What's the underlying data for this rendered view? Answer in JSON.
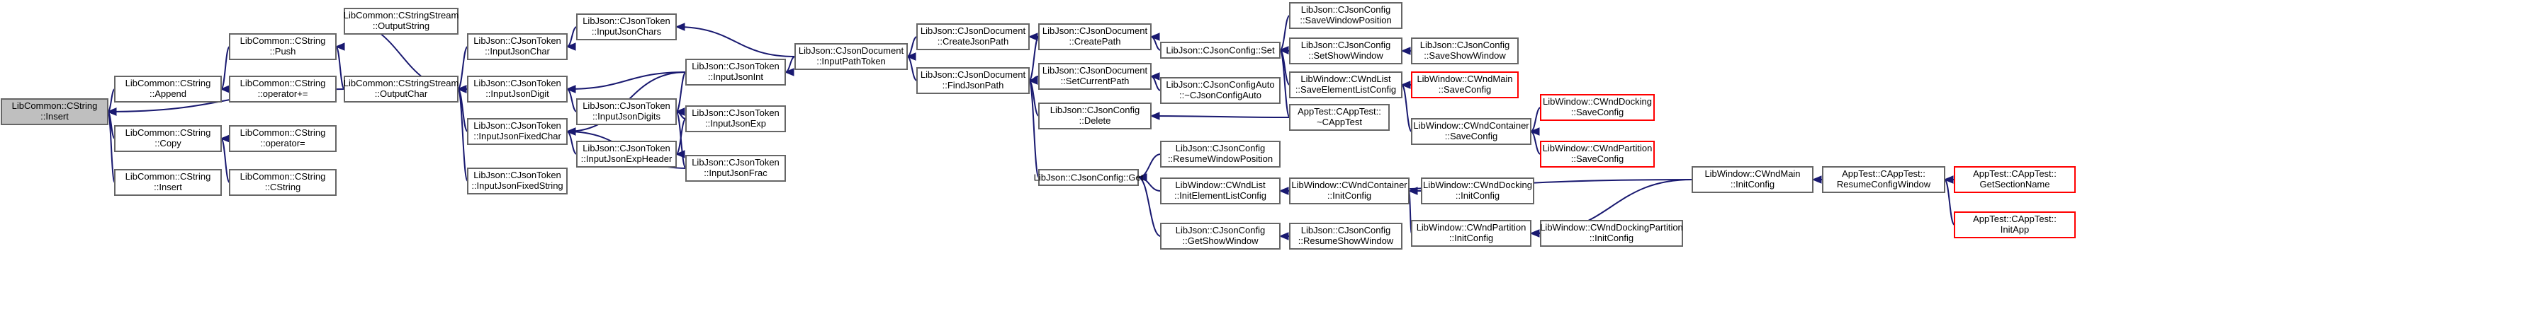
{
  "colors": {
    "edge": "#191970",
    "node_border": "#666666",
    "root_fill": "#bfbfbf",
    "truncated_border": "#ff0000"
  },
  "nodes": [
    {
      "id": "insert",
      "lines": [
        "LibCommon::CString",
        "::Insert"
      ],
      "style": "root"
    },
    {
      "id": "append",
      "lines": [
        "LibCommon::CString",
        "::Append"
      ],
      "style": "normal"
    },
    {
      "id": "copy",
      "lines": [
        "LibCommon::CString",
        "::Copy"
      ],
      "style": "normal"
    },
    {
      "id": "insert2",
      "lines": [
        "LibCommon::CString",
        "::Insert"
      ],
      "style": "normal"
    },
    {
      "id": "push",
      "lines": [
        "LibCommon::CString",
        "::Push"
      ],
      "style": "normal"
    },
    {
      "id": "opeq",
      "lines": [
        "LibCommon::CString",
        "::operator+="
      ],
      "style": "normal"
    },
    {
      "id": "opeq2",
      "lines": [
        "LibCommon::CString",
        "::operator="
      ],
      "style": "normal"
    },
    {
      "id": "cstring",
      "lines": [
        "LibCommon::CString",
        "::CString"
      ],
      "style": "normal"
    },
    {
      "id": "outputString",
      "lines": [
        "LibCommon::CStringStream",
        "::OutputString"
      ],
      "style": "normal"
    },
    {
      "id": "outputChar",
      "lines": [
        "LibCommon::CStringStream",
        "::OutputChar"
      ],
      "style": "normal"
    },
    {
      "id": "inJsonChar",
      "lines": [
        "LibJson::CJsonToken",
        "::InputJsonChar"
      ],
      "style": "normal"
    },
    {
      "id": "inJsonDigit",
      "lines": [
        "LibJson::CJsonToken",
        "::InputJsonDigit"
      ],
      "style": "normal"
    },
    {
      "id": "inJsonFixedChar",
      "lines": [
        "LibJson::CJsonToken",
        "::InputJsonFixedChar"
      ],
      "style": "normal"
    },
    {
      "id": "inJsonFixedString",
      "lines": [
        "LibJson::CJsonToken",
        "::InputJsonFixedString"
      ],
      "style": "normal"
    },
    {
      "id": "inJsonChars",
      "lines": [
        "LibJson::CJsonToken",
        "::InputJsonChars"
      ],
      "style": "normal"
    },
    {
      "id": "inJsonDigits",
      "lines": [
        "LibJson::CJsonToken",
        "::InputJsonDigits"
      ],
      "style": "normal"
    },
    {
      "id": "inJsonExpHeader",
      "lines": [
        "LibJson::CJsonToken",
        "::InputJsonExpHeader"
      ],
      "style": "normal"
    },
    {
      "id": "inJsonInt",
      "lines": [
        "LibJson::CJsonToken",
        "::InputJsonInt"
      ],
      "style": "normal"
    },
    {
      "id": "inJsonExp",
      "lines": [
        "LibJson::CJsonToken",
        "::InputJsonExp"
      ],
      "style": "normal"
    },
    {
      "id": "inJsonFrac",
      "lines": [
        "LibJson::CJsonToken",
        "::InputJsonFrac"
      ],
      "style": "normal"
    },
    {
      "id": "inPathToken",
      "lines": [
        "LibJson::CJsonDocument",
        "::InputPathToken"
      ],
      "style": "normal"
    },
    {
      "id": "createJsonPath",
      "lines": [
        "LibJson::CJsonDocument",
        "::CreateJsonPath"
      ],
      "style": "normal"
    },
    {
      "id": "findJsonPath",
      "lines": [
        "LibJson::CJsonDocument",
        "::FindJsonPath"
      ],
      "style": "normal"
    },
    {
      "id": "createPath",
      "lines": [
        "LibJson::CJsonDocument",
        "::CreatePath"
      ],
      "style": "normal"
    },
    {
      "id": "setCurrentPath",
      "lines": [
        "LibJson::CJsonDocument",
        "::SetCurrentPath"
      ],
      "style": "normal"
    },
    {
      "id": "cfgDelete",
      "lines": [
        "LibJson::CJsonConfig",
        "::Delete"
      ],
      "style": "normal"
    },
    {
      "id": "cfgGet",
      "lines": [
        "LibJson::CJsonConfig::Get"
      ],
      "style": "normal"
    },
    {
      "id": "cfgSet",
      "lines": [
        "LibJson::CJsonConfig::Set"
      ],
      "style": "normal"
    },
    {
      "id": "cfgAuto",
      "lines": [
        "LibJson::CJsonConfigAuto",
        "::~CJsonConfigAuto"
      ],
      "style": "normal"
    },
    {
      "id": "saveWindowPos",
      "lines": [
        "LibJson::CJsonConfig",
        "::SaveWindowPosition"
      ],
      "style": "normal"
    },
    {
      "id": "setShowWindow",
      "lines": [
        "LibJson::CJsonConfig",
        "::SetShowWindow"
      ],
      "style": "normal"
    },
    {
      "id": "saveShowWindow",
      "lines": [
        "LibJson::CJsonConfig",
        "::SaveShowWindow"
      ],
      "style": "normal"
    },
    {
      "id": "saveElementListConfig",
      "lines": [
        "LibWindow::CWndList",
        "::SaveElementListConfig"
      ],
      "style": "normal"
    },
    {
      "id": "wndMainSave",
      "lines": [
        "LibWindow::CWndMain",
        "::SaveConfig"
      ],
      "style": "red"
    },
    {
      "id": "containerSave",
      "lines": [
        "LibWindow::CWndContainer",
        "::SaveConfig"
      ],
      "style": "normal"
    },
    {
      "id": "dockingSave",
      "lines": [
        "LibWindow::CWndDocking",
        "::SaveConfig"
      ],
      "style": "red"
    },
    {
      "id": "partitionSave",
      "lines": [
        "LibWindow::CWndPartition",
        "::SaveConfig"
      ],
      "style": "red"
    },
    {
      "id": "appTestDtor",
      "lines": [
        "AppTest::CAppTest::",
        "~CAppTest"
      ],
      "style": "normal"
    },
    {
      "id": "resumeWindowPos",
      "lines": [
        "LibJson::CJsonConfig",
        "::ResumeWindowPosition"
      ],
      "style": "normal"
    },
    {
      "id": "initElementListConfig",
      "lines": [
        "LibWindow::CWndList",
        "::InitElementListConfig"
      ],
      "style": "normal"
    },
    {
      "id": "getShowWindow",
      "lines": [
        "LibJson::CJsonConfig",
        "::GetShowWindow"
      ],
      "style": "normal"
    },
    {
      "id": "resumeShowWindow",
      "lines": [
        "LibJson::CJsonConfig",
        "::ResumeShowWindow"
      ],
      "style": "normal"
    },
    {
      "id": "containerInit",
      "lines": [
        "LibWindow::CWndContainer",
        "::InitConfig"
      ],
      "style": "normal"
    },
    {
      "id": "dockingInit",
      "lines": [
        "LibWindow::CWndDocking",
        "::InitConfig"
      ],
      "style": "normal"
    },
    {
      "id": "partitionInit",
      "lines": [
        "LibWindow::CWndPartition",
        "::InitConfig"
      ],
      "style": "normal"
    },
    {
      "id": "dockPartInit",
      "lines": [
        "LibWindow::CWndDockingPartition",
        "::InitConfig"
      ],
      "style": "normal"
    },
    {
      "id": "wndMainInit",
      "lines": [
        "LibWindow::CWndMain",
        "::InitConfig"
      ],
      "style": "normal"
    },
    {
      "id": "resumeConfigWindow",
      "lines": [
        "AppTest::CAppTest::",
        "ResumeConfigWindow"
      ],
      "style": "normal"
    },
    {
      "id": "getSectionName",
      "lines": [
        "AppTest::CAppTest::",
        "GetSectionName"
      ],
      "style": "red"
    },
    {
      "id": "initApp",
      "lines": [
        "AppTest::CAppTest::",
        "InitApp"
      ],
      "style": "red"
    }
  ],
  "edges": [
    [
      "append",
      "insert"
    ],
    [
      "copy",
      "insert"
    ],
    [
      "insert2",
      "insert"
    ],
    [
      "outputChar",
      "insert"
    ],
    [
      "push",
      "append"
    ],
    [
      "opeq",
      "append"
    ],
    [
      "opeq2",
      "copy"
    ],
    [
      "cstring",
      "copy"
    ],
    [
      "outputChar",
      "push"
    ],
    [
      "outputString",
      "outputChar"
    ],
    [
      "inJsonChar",
      "outputChar"
    ],
    [
      "inJsonDigit",
      "outputChar"
    ],
    [
      "inJsonFixedChar",
      "outputChar"
    ],
    [
      "inJsonFixedString",
      "outputChar"
    ],
    [
      "inJsonChars",
      "inJsonChar"
    ],
    [
      "inJsonInt",
      "inJsonDigit"
    ],
    [
      "inJsonDigits",
      "inJsonDigit"
    ],
    [
      "inJsonInt",
      "inJsonFixedChar"
    ],
    [
      "inJsonExpHeader",
      "inJsonFixedChar"
    ],
    [
      "inJsonFrac",
      "inJsonFixedChar"
    ],
    [
      "inJsonInt",
      "inJsonDigits"
    ],
    [
      "inJsonExp",
      "inJsonDigits"
    ],
    [
      "inJsonFrac",
      "inJsonDigits"
    ],
    [
      "inJsonExp",
      "inJsonExpHeader"
    ],
    [
      "inPathToken",
      "inJsonChars"
    ],
    [
      "inPathToken",
      "inJsonInt"
    ],
    [
      "createJsonPath",
      "inPathToken"
    ],
    [
      "findJsonPath",
      "inPathToken"
    ],
    [
      "createPath",
      "createJsonPath"
    ],
    [
      "createPath",
      "findJsonPath"
    ],
    [
      "setCurrentPath",
      "findJsonPath"
    ],
    [
      "cfgDelete",
      "findJsonPath"
    ],
    [
      "cfgGet",
      "findJsonPath"
    ],
    [
      "cfgSet",
      "createPath"
    ],
    [
      "cfgAuto",
      "setCurrentPath"
    ],
    [
      "appTestDtor",
      "cfgDelete"
    ],
    [
      "saveWindowPos",
      "cfgSet"
    ],
    [
      "setShowWindow",
      "cfgSet"
    ],
    [
      "saveElementListConfig",
      "cfgSet"
    ],
    [
      "appTestDtor",
      "cfgSet"
    ],
    [
      "saveShowWindow",
      "setShowWindow"
    ],
    [
      "wndMainSave",
      "saveElementListConfig"
    ],
    [
      "containerSave",
      "saveElementListConfig"
    ],
    [
      "dockingSave",
      "containerSave"
    ],
    [
      "partitionSave",
      "containerSave"
    ],
    [
      "resumeWindowPos",
      "cfgGet"
    ],
    [
      "initElementListConfig",
      "cfgGet"
    ],
    [
      "getShowWindow",
      "cfgGet"
    ],
    [
      "resumeShowWindow",
      "getShowWindow"
    ],
    [
      "wndMainInit",
      "initElementListConfig"
    ],
    [
      "containerInit",
      "initElementListConfig"
    ],
    [
      "dockingInit",
      "containerInit"
    ],
    [
      "partitionInit",
      "containerInit"
    ],
    [
      "dockPartInit",
      "partitionInit"
    ],
    [
      "wndMainInit",
      "partitionInit"
    ],
    [
      "resumeConfigWindow",
      "wndMainInit"
    ],
    [
      "getSectionName",
      "resumeConfigWindow"
    ],
    [
      "initApp",
      "resumeConfigWindow"
    ]
  ]
}
